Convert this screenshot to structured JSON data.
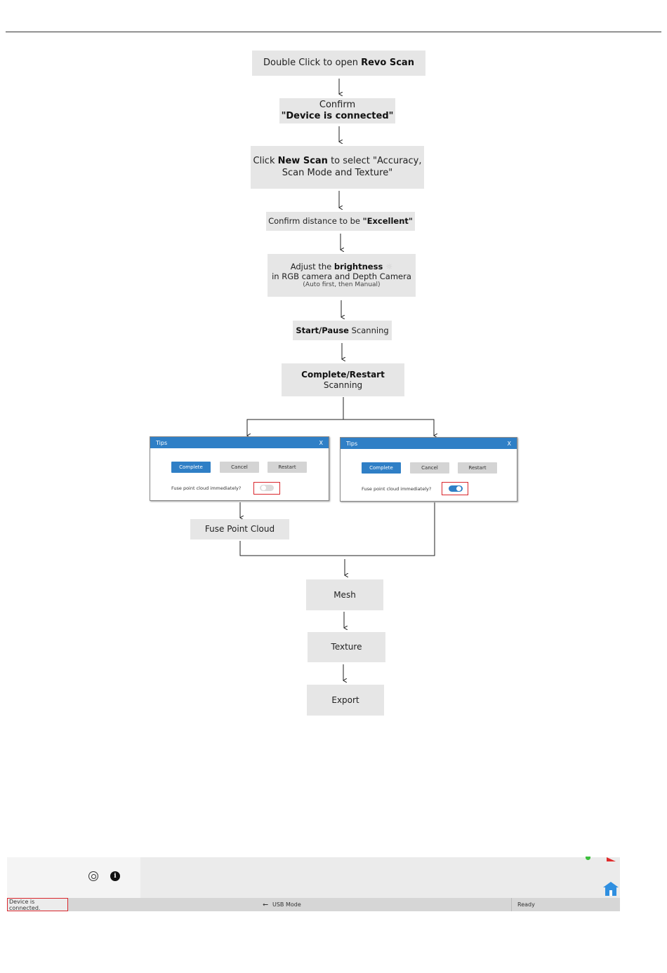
{
  "flow": {
    "step1": {
      "pre": "Double Click to open ",
      "bold": "Revo Scan"
    },
    "step2": {
      "line1": "Confirm",
      "line2": "\"Device is connected\""
    },
    "step3": {
      "pre": "Click ",
      "bold": "New Scan",
      "post": " to select \"Accuracy,",
      "line2": "Scan Mode and Texture\""
    },
    "step4": {
      "pre": "Confirm distance to be ",
      "bold": "\"Excellent\""
    },
    "step5": {
      "pre": "Adjust the ",
      "bold": "brightness",
      "line2": "in RGB camera and Depth Camera",
      "line3": "(Auto first, then Manual)"
    },
    "step6": {
      "bold": "Start/Pause",
      "post": " Scanning"
    },
    "step7": {
      "bold": "Complete/Restart",
      "line2": "Scanning"
    },
    "fuse": "Fuse Point Cloud",
    "mesh": "Mesh",
    "texture": "Texture",
    "export": "Export"
  },
  "dialog_left": {
    "title": "Tips",
    "close": "X",
    "complete": "Complete",
    "cancel": "Cancel",
    "restart": "Restart",
    "fuse_label": "Fuse point cloud immediately?",
    "toggle_on": false
  },
  "dialog_right": {
    "title": "Tips",
    "close": "X",
    "complete": "Complete",
    "cancel": "Cancel",
    "restart": "Restart",
    "fuse_label": "Fuse point cloud immediately?",
    "toggle_on": true
  },
  "status": {
    "device": "Device is connected.",
    "mode": "USB Mode",
    "state": "Ready"
  },
  "icons": {
    "settings": "settings-icon",
    "info": "info-icon",
    "usb": "usb-icon",
    "home": "home-icon"
  },
  "colors": {
    "accent": "#2f7fc6",
    "highlight": "#d9262c",
    "step_bg": "#e6e6e6"
  }
}
